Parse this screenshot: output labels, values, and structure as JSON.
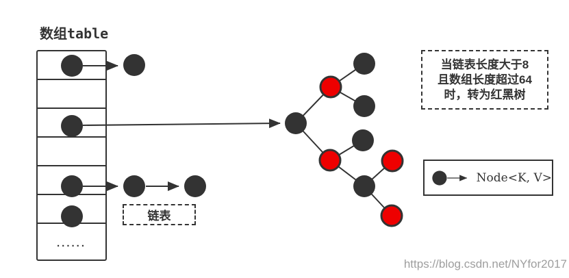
{
  "title": "数组table",
  "array": {
    "cell_count": 7,
    "ellipsis": "......"
  },
  "linked_list": {
    "label": "链表"
  },
  "tree_callout": {
    "line1": "当链表长度大于8",
    "line2": "且数组长度超过64",
    "line3": "时，转为红黑树"
  },
  "legend": {
    "label": "Node<K, V>"
  },
  "watermark": {
    "text": "https://blog.csdn.net/NYfor2017"
  },
  "colors": {
    "node_dark": "#333333",
    "node_red": "#ee0000",
    "line": "#333333",
    "text": "#333333",
    "watermark": "#9e9e9e",
    "background": "#ffffff"
  }
}
